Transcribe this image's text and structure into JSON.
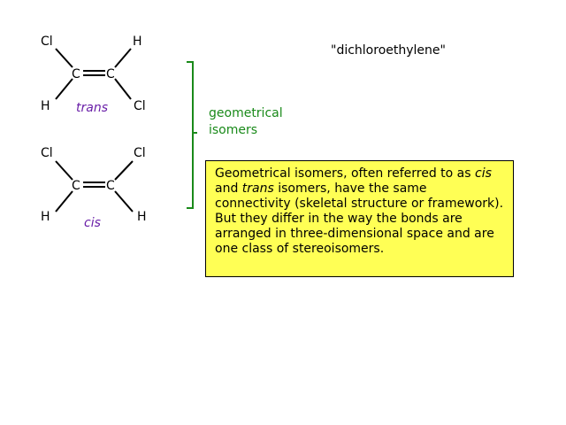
{
  "title": "\"dichloroethylene\"",
  "group_label": {
    "line1": "geometrical",
    "line2": "isomers"
  },
  "molecules": {
    "trans": {
      "top_left": "Cl",
      "top_right": "H",
      "bottom_left": "H",
      "bottom_right": "Cl",
      "carbon_left": "C",
      "carbon_right": "C",
      "name": "trans"
    },
    "cis": {
      "top_left": "Cl",
      "top_right": "Cl",
      "bottom_left": "H",
      "bottom_right": "H",
      "carbon_left": "C",
      "carbon_right": "C",
      "name": "cis"
    }
  },
  "note": {
    "part1": "Geometrical isomers, often referred to as ",
    "cis": "cis",
    "part2": " and ",
    "trans": "trans",
    "part3": " isomers, have the same connectivity (skeletal structure or framework).  But they differ in the way the bonds are arranged in three-dimensional space and are one class of stereoisomers."
  },
  "colors": {
    "label_purple": "#6a1fa8",
    "bracket_green": "#1a8a1a",
    "note_background": "#ffff55"
  }
}
